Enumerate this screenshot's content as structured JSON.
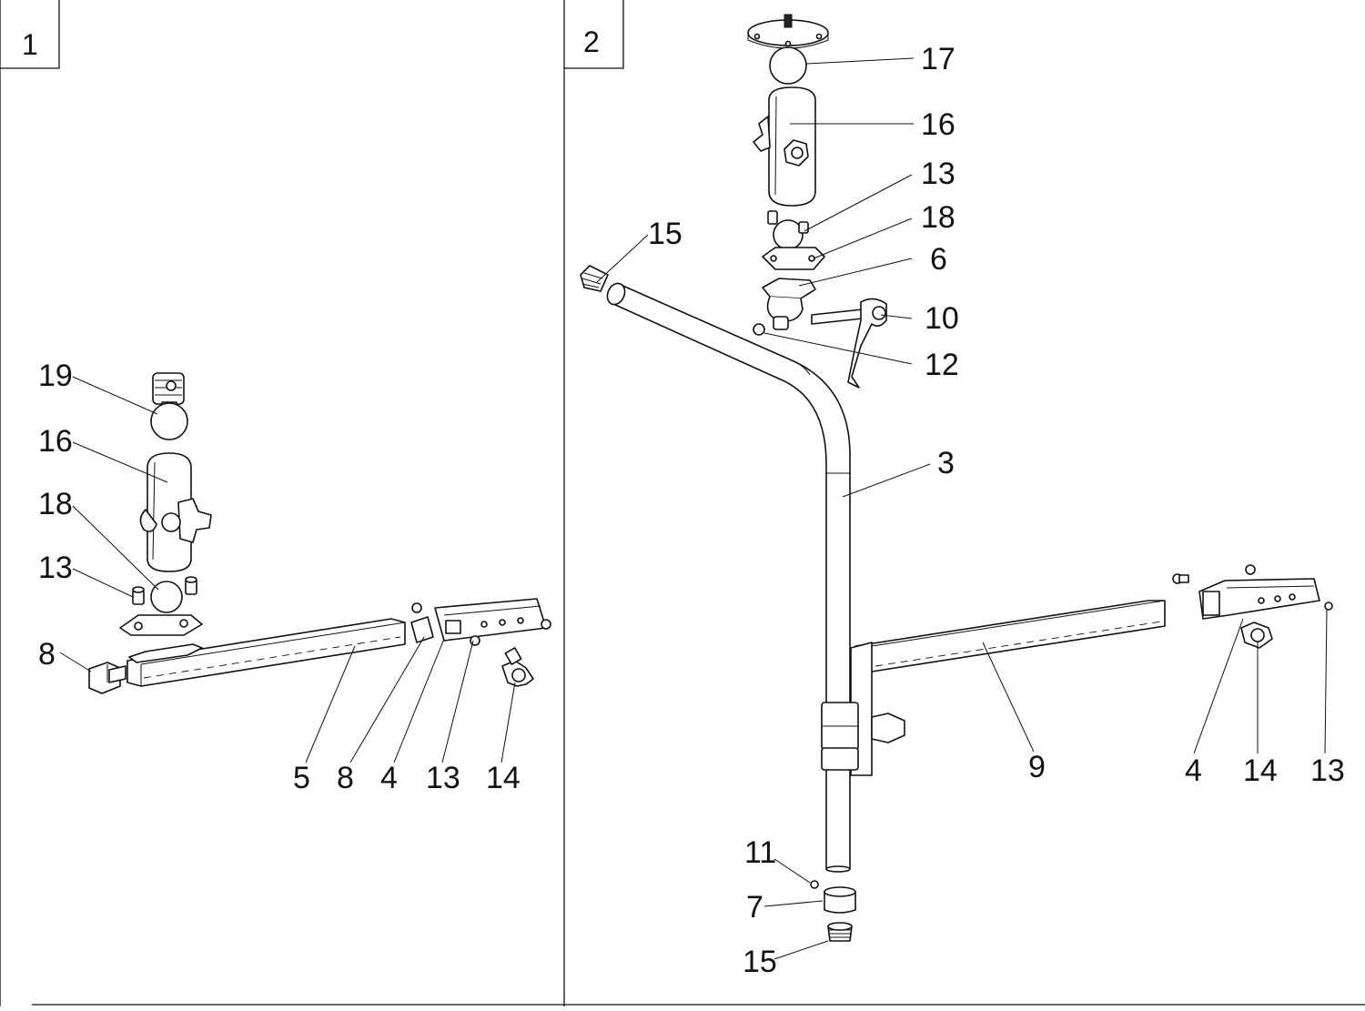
{
  "panels": [
    {
      "id": "panel-1",
      "label": "1"
    },
    {
      "id": "panel-2",
      "label": "2"
    }
  ],
  "callouts": {
    "p1": [
      "19",
      "16",
      "18",
      "13",
      "8",
      "5",
      "8",
      "4",
      "13",
      "14"
    ],
    "p2": [
      "17",
      "16",
      "13",
      "18",
      "6",
      "10",
      "12",
      "15",
      "3",
      "9",
      "4",
      "14",
      "13",
      "11",
      "7",
      "15"
    ]
  }
}
